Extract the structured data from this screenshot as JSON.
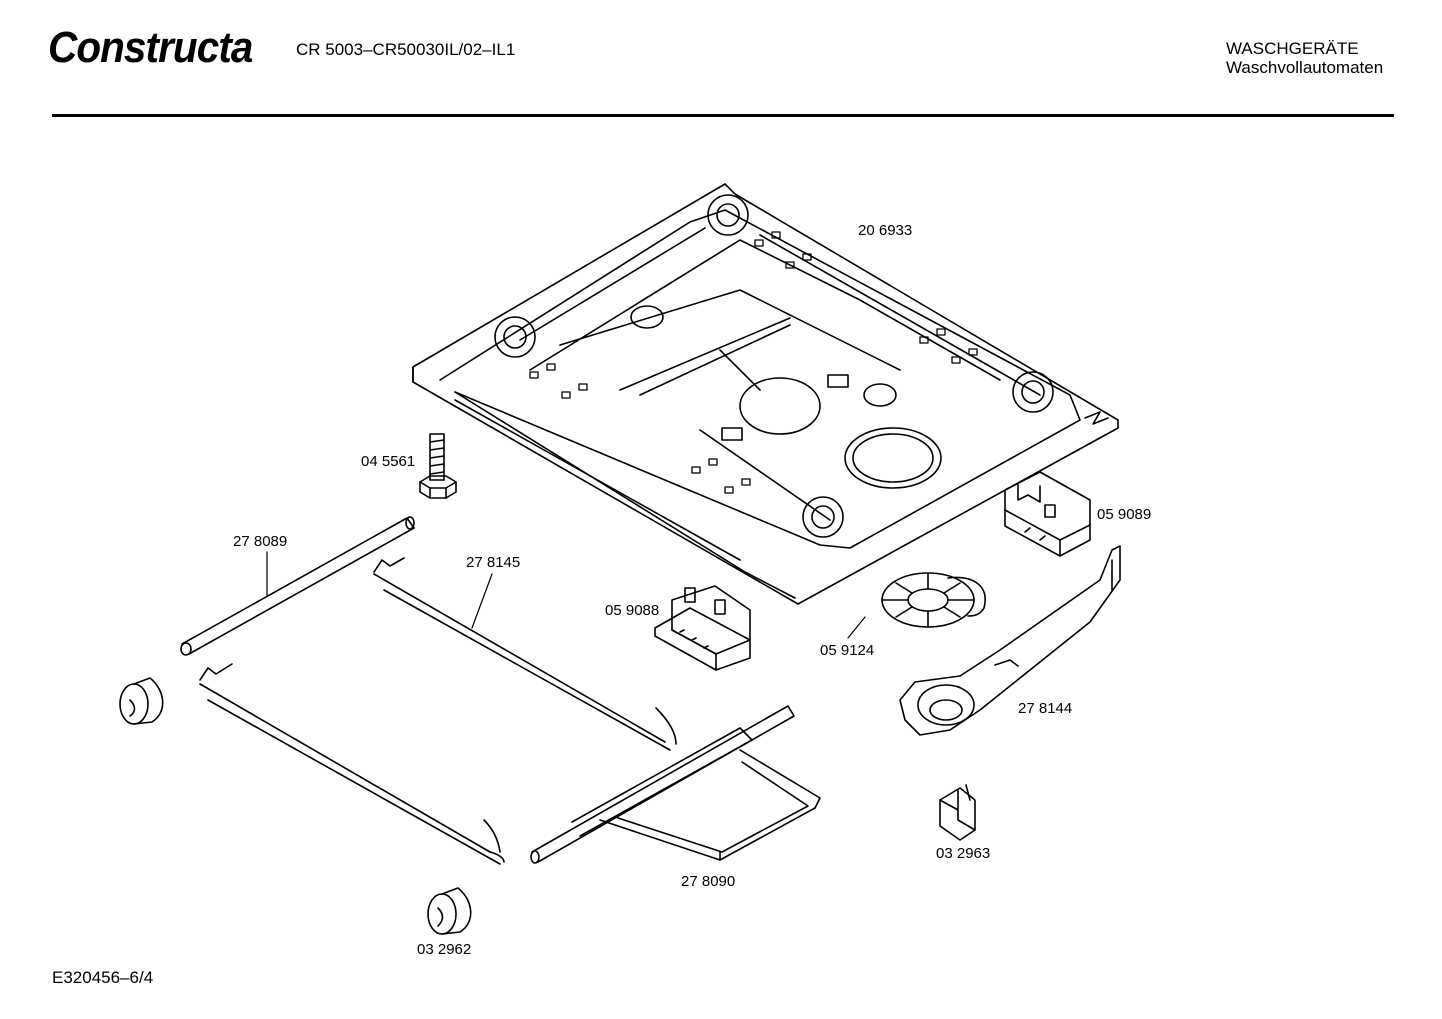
{
  "header": {
    "brand": "Constructa",
    "model": "CR 5003–CR50030IL/02–IL1",
    "category_line1": "WASCHGERÄTE",
    "category_line2": "Waschvollautomaten"
  },
  "footer": {
    "drawing_number": "E320456–6/4"
  },
  "parts": [
    {
      "id": "206933",
      "label": "20 6933"
    },
    {
      "id": "045561",
      "label": "04 5561"
    },
    {
      "id": "059089",
      "label": "05 9089"
    },
    {
      "id": "278089",
      "label": "27 8089"
    },
    {
      "id": "278145",
      "label": "27 8145"
    },
    {
      "id": "059088",
      "label": "05 9088"
    },
    {
      "id": "059124",
      "label": "05 9124"
    },
    {
      "id": "278144",
      "label": "27 8144"
    },
    {
      "id": "032963",
      "label": "03 2963"
    },
    {
      "id": "278090",
      "label": "27 8090"
    },
    {
      "id": "032962",
      "label": "03 2962"
    }
  ]
}
